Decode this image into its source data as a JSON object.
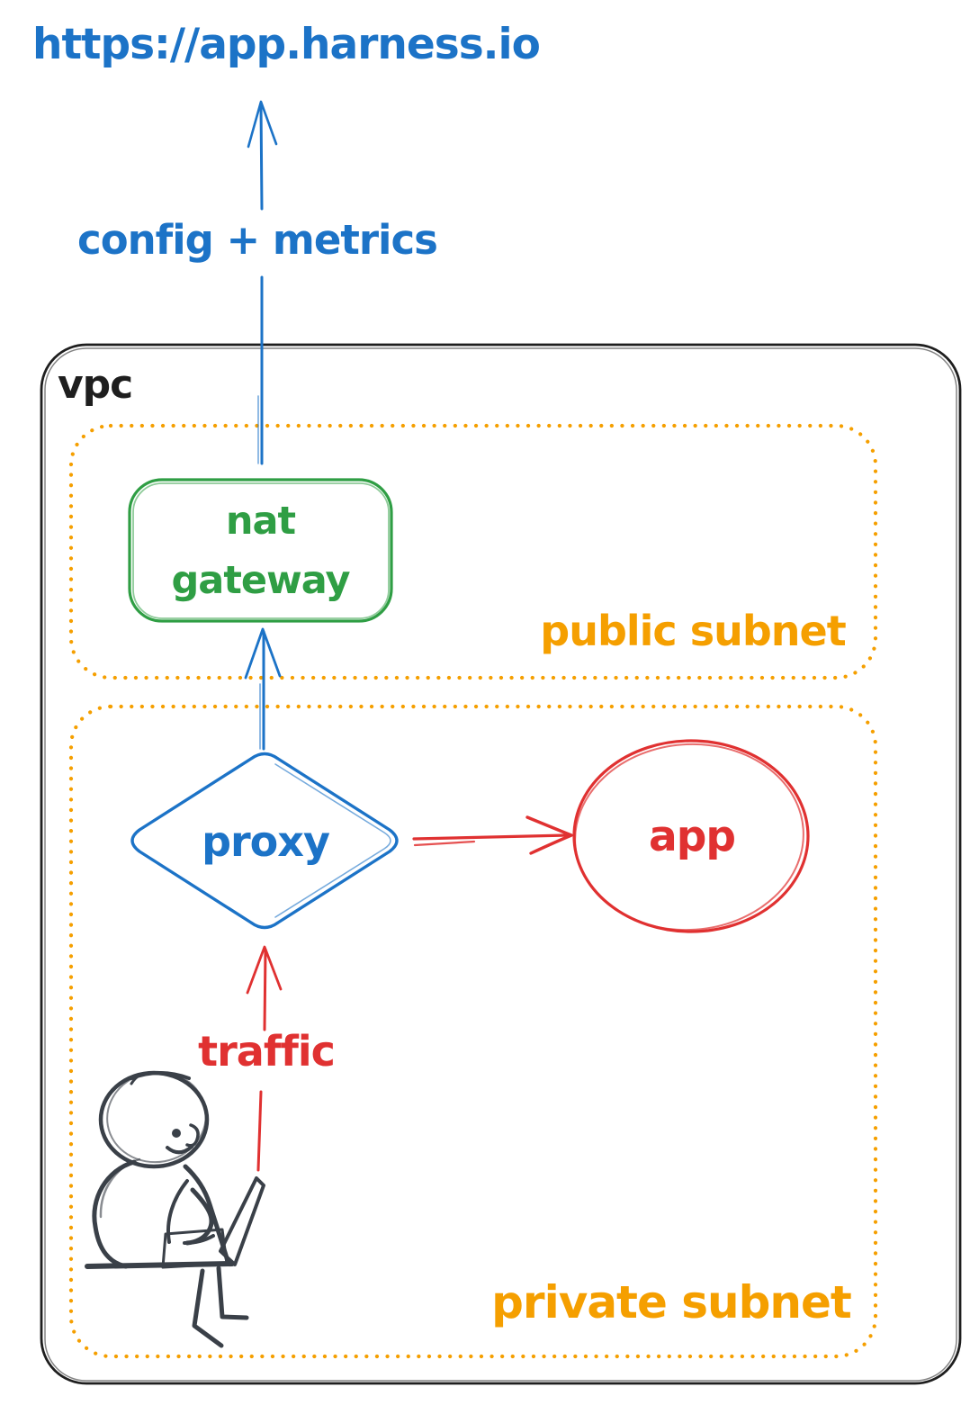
{
  "diagram": {
    "title": "https://app.harness.io",
    "arrow_labels": {
      "config_metrics": "config + metrics",
      "traffic": "traffic"
    },
    "containers": {
      "vpc": "vpc",
      "public_subnet": "public subnet",
      "private_subnet": "private subnet"
    },
    "nodes": {
      "nat_gateway": {
        "line1": "nat",
        "line2": "gateway"
      },
      "proxy": "proxy",
      "app": "app"
    },
    "colors": {
      "blue": "#1c73c7",
      "green": "#2f9e44",
      "orange": "#f59f00",
      "red": "#e03131",
      "ink": "#1e1e1e",
      "sketch": "#3a4048"
    }
  }
}
